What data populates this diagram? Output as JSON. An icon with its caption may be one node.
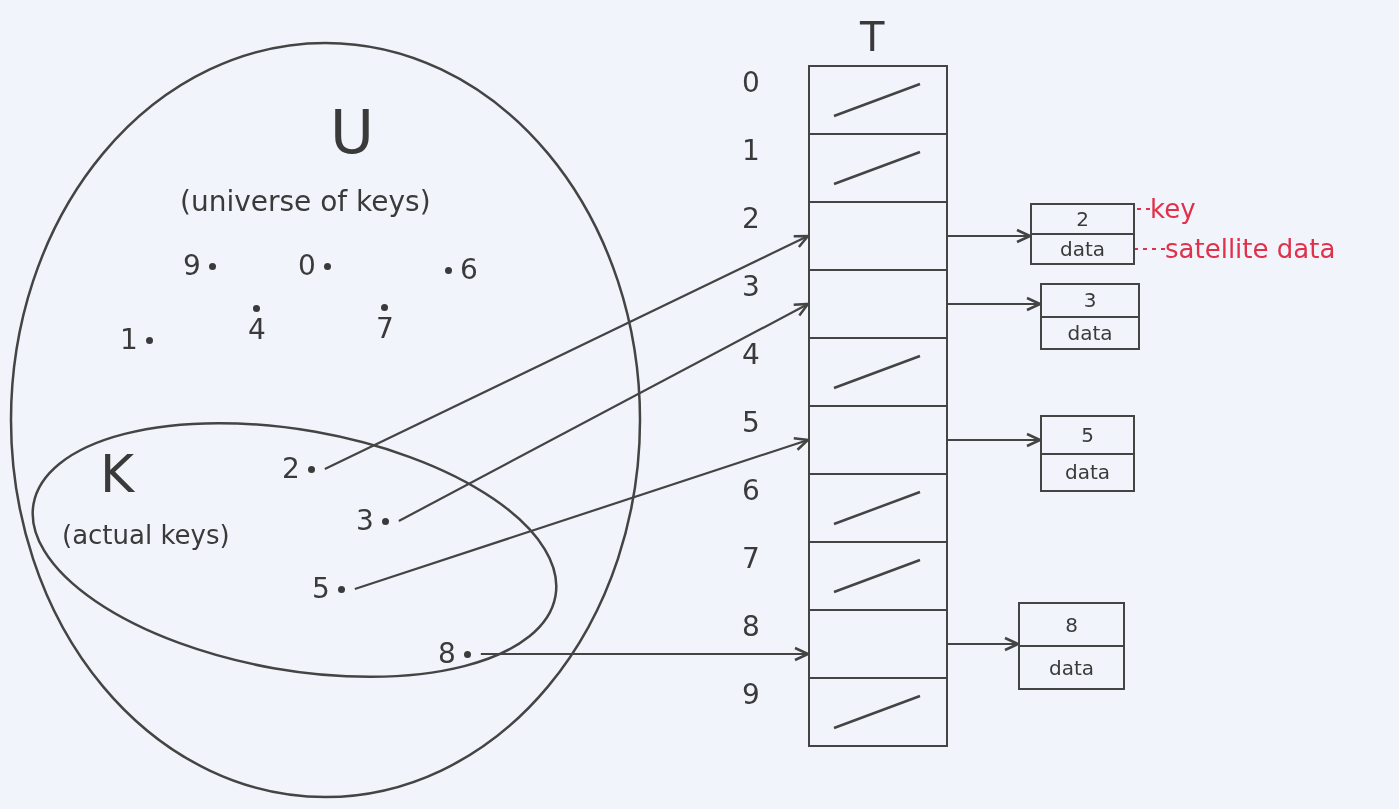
{
  "diagram": {
    "nodes": [
      {
        "text": [
          "U",
          "(universe of keys)"
        ]
      },
      {
        "text": [
          "9"
        ],
        "in": 0
      },
      {
        "text": [
          "0"
        ],
        "in": 0
      },
      {
        "text": [
          "6"
        ],
        "in": 0
      },
      {
        "text": [
          "1"
        ],
        "in": 0
      },
      {
        "text": [
          "4"
        ],
        "in": 0
      },
      {
        "text": [
          "7"
        ],
        "in": 0
      },
      {
        "text": [
          "K",
          "(actual keys)"
        ],
        "in": 0
      },
      {
        "text": [
          "2"
        ],
        "in": 7
      },
      {
        "text": [
          "3"
        ],
        "in": 7
      },
      {
        "text": [
          "5"
        ],
        "in": 7
      },
      {
        "text": [
          "8"
        ],
        "in": 7
      },
      {
        "text": [
          "T"
        ]
      },
      {
        "text": [],
        "shape": "box",
        "in": 12,
        "beside": [
          "0"
        ]
      },
      {
        "text": [],
        "shape": "box",
        "in": 12,
        "beside": [
          "1"
        ]
      },
      {
        "text": [],
        "shape": "box",
        "in": 12,
        "beside": [
          "2"
        ]
      },
      {
        "text": [],
        "shape": "box",
        "in": 12,
        "beside": [
          "3"
        ]
      },
      {
        "text": [],
        "shape": "box",
        "in": 12,
        "beside": [
          "4"
        ]
      },
      {
        "text": [],
        "shape": "box",
        "in": 12,
        "beside": [
          "5"
        ]
      },
      {
        "text": [],
        "shape": "box",
        "in": 12,
        "beside": [
          "6"
        ]
      },
      {
        "text": [],
        "shape": "box",
        "in": 12,
        "beside": [
          "7"
        ]
      },
      {
        "text": [],
        "shape": "box",
        "in": 12,
        "beside": [
          "8"
        ]
      },
      {
        "text": [],
        "shape": "box",
        "in": 12,
        "beside": [
          "9"
        ]
      },
      {
        "text": [
          "2",
          "data"
        ]
      },
      {
        "text": [
          "3",
          "data"
        ]
      },
      {
        "text": [
          "5",
          "data"
        ]
      },
      {
        "text": [
          "8",
          "data"
        ]
      },
      {
        "text": [
          "key"
        ]
      },
      {
        "text": [
          "satellite data"
        ]
      }
    ],
    "edges": [
      {
        "from": 8,
        "to": 15,
        "arrow": "to"
      },
      {
        "from": 9,
        "to": 16,
        "arrow": "to"
      },
      {
        "from": 10,
        "to": 18,
        "arrow": "to"
      },
      {
        "from": 11,
        "to": 21,
        "arrow": "to"
      },
      {
        "from": 15,
        "to": 23,
        "arrow": "to"
      },
      {
        "from": 16,
        "to": 24,
        "arrow": "to"
      },
      {
        "from": 18,
        "to": 25,
        "arrow": "to"
      },
      {
        "from": 21,
        "to": 26,
        "arrow": "to"
      },
      {
        "from": 27,
        "to": 23,
        "arrow": "none",
        "style": "dashed",
        "color": "#e0304a"
      },
      {
        "from": 28,
        "to": 23,
        "arrow": "none",
        "style": "dashed",
        "color": "#e0304a"
      }
    ]
  }
}
